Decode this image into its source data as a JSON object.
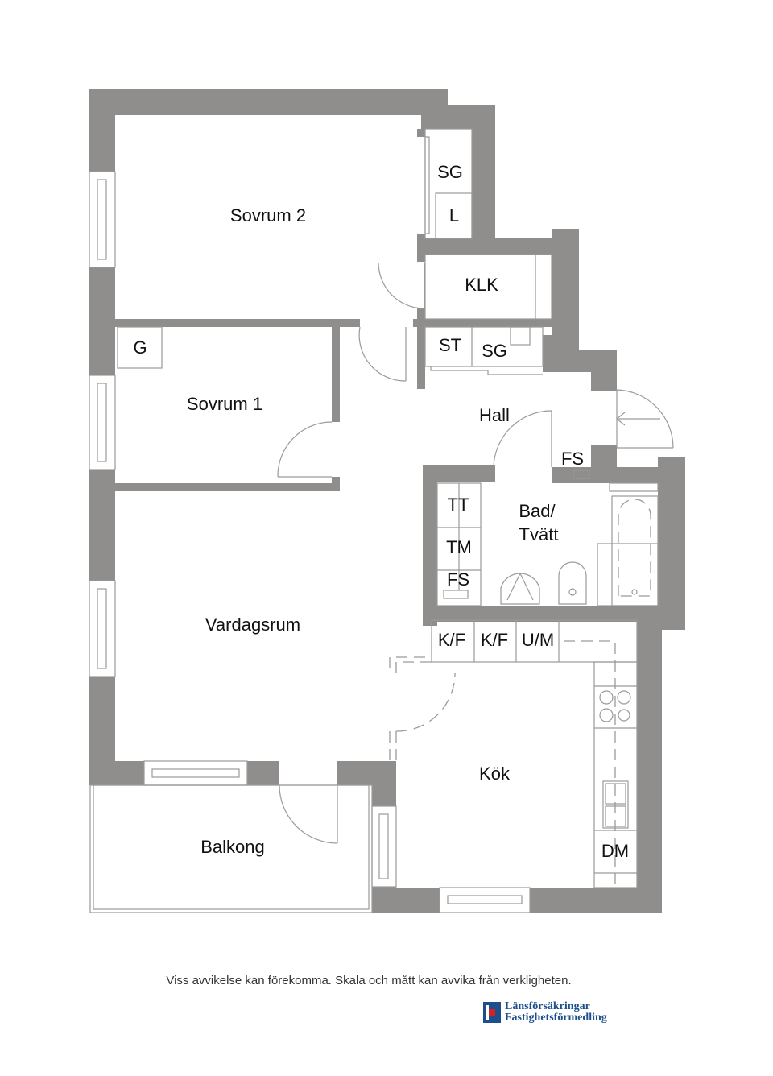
{
  "floorplan": {
    "rooms": {
      "sovrum2": "Sovrum 2",
      "sovrum1": "Sovrum 1",
      "vardagsrum": "Vardagsrum",
      "balkong": "Balkong",
      "kok": "Kök",
      "hall": "Hall",
      "bad_line1": "Bad/",
      "bad_line2": "Tvätt",
      "klk": "KLK"
    },
    "fixtures": {
      "sg_top": "SG",
      "l": "L",
      "g": "G",
      "st": "ST",
      "sg_hall": "SG",
      "fs_hall": "FS",
      "tt": "TT",
      "tm": "TM",
      "fs_bath": "FS",
      "kf1": "K/F",
      "kf2": "K/F",
      "um": "U/M",
      "dm": "DM"
    },
    "colors": {
      "wall": "#8f8e8d",
      "line": "#9a9a9a"
    }
  },
  "footer": {
    "disclaimer": "Viss avvikelse kan förekomma. Skala och mått kan avvika från verkligheten.",
    "logo_line1": "Länsförsäkringar",
    "logo_line2": "Fastighetsförmedling"
  }
}
